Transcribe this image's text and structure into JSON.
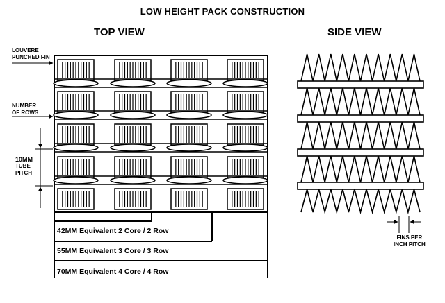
{
  "title": "LOW HEIGHT PACK CONSTRUCTION",
  "top_view": {
    "title": "TOP VIEW",
    "labels": {
      "louvere": [
        "LOUVERE",
        "PUNCHED FIN"
      ],
      "rows": [
        "NUMBER",
        "OF ROWS"
      ],
      "pitch": [
        "10MM",
        "TUBE",
        "PITCH"
      ]
    },
    "core_rows": [
      "42MM Equivalent 2 Core / 2 Row",
      "55MM Equivalent 3 Core / 3 Row",
      "70MM Equivalent 4 Core / 4 Row"
    ]
  },
  "side_view": {
    "title": "SIDE VIEW",
    "fins_label": [
      "FINS PER",
      "INCH PITCH"
    ]
  },
  "colors": {
    "ink": "#000000",
    "paper": "#ffffff"
  }
}
